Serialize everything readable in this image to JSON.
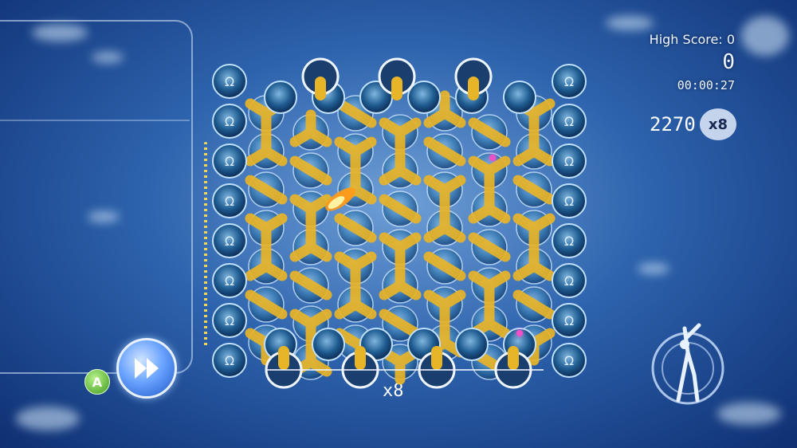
{
  "hud": {
    "high_score_label": "High Score: 0",
    "score": "0",
    "timer": "00:00:27",
    "points": "2270",
    "multiplier": "x8",
    "bottom_multiplier": "x8"
  },
  "controls": {
    "a_button_label": "A",
    "fast_forward_icon": "fast-forward-icon"
  },
  "board": {
    "rows": 7,
    "cols": 7,
    "tube_color": "#e8b428",
    "cell_color": "#3f82b8"
  },
  "colors": {
    "background": "#2d63ad",
    "accent": "#e8b428",
    "ball": "#f050c8"
  }
}
